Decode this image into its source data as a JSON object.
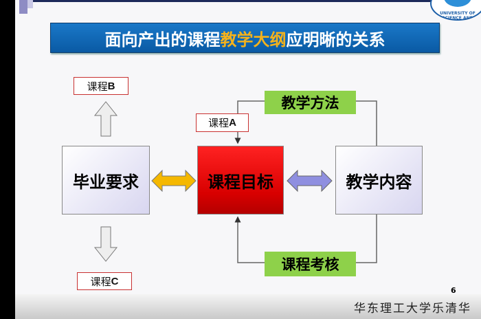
{
  "title": {
    "part1": "面向产出的课程",
    "highlight": "教学大纲",
    "part2": "应明晰的关系"
  },
  "logo_text": "UNIVERSITY OF SCIENCE AND",
  "nodes": {
    "course_b_prefix": "课程",
    "course_b_letter": "B",
    "course_a_prefix": "课程",
    "course_a_letter": "A",
    "course_c_prefix": "课程",
    "course_c_letter": "C",
    "graduation": "毕业要求",
    "objectives": "课程目标",
    "content": "教学内容",
    "methods": "教学方法",
    "assessment": "课程考核"
  },
  "page_number": "6",
  "footer": "华东理工大学乐清华",
  "colors": {
    "title_bg": "#0a63b0",
    "highlight": "#f5b21c",
    "green": "#8ed14a",
    "red": "#e00000"
  }
}
